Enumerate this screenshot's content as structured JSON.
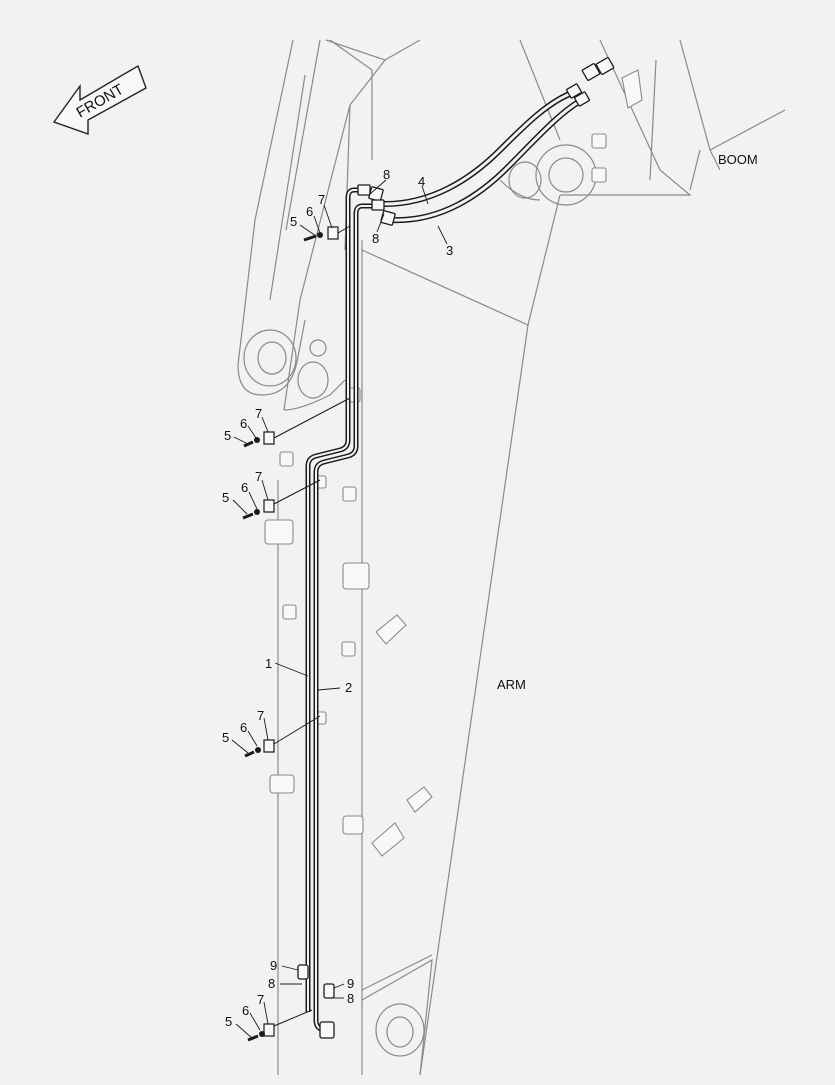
{
  "front_arrow": {
    "label": "FRONT"
  },
  "labels": {
    "boom": "BOOM",
    "arm": "ARM"
  },
  "callouts": {
    "c1": "1",
    "c2": "2",
    "c3": "3",
    "c4": "4",
    "c8_top_a": "8",
    "c8_top_b": "8",
    "g1_5": "5",
    "g1_6": "6",
    "g1_7": "7",
    "g2_5": "5",
    "g2_6": "6",
    "g2_7": "7",
    "g3_5": "5",
    "g3_6": "6",
    "g3_7": "7",
    "g4_5": "5",
    "g4_6": "6",
    "g4_7": "7",
    "g5_5": "5",
    "g5_6": "6",
    "g5_7": "7",
    "b_9a": "9",
    "b_8a": "8",
    "b_9b": "9",
    "b_8b": "8"
  },
  "colors": {
    "background": "#f2f2f2",
    "line": "#1a1a1a",
    "structure": "#8a8a8a"
  }
}
